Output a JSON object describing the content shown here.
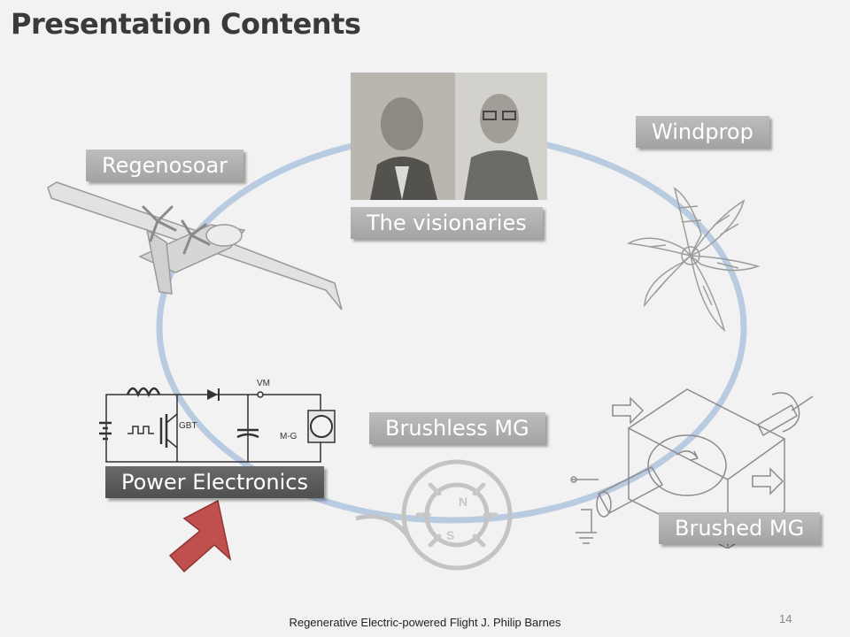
{
  "slide": {
    "title": "Presentation Contents",
    "labels": {
      "regenosoar": "Regenosoar",
      "visionaries": "The visionaries",
      "windprop": "Windprop",
      "brushless": "Brushless MG",
      "power_electronics": "Power Electronics",
      "brushed": "Brushed MG"
    },
    "circuit": {
      "igbt": "GBT",
      "vm": "VM",
      "mg": "M-G"
    },
    "motor_poles": {
      "north": "N",
      "south": "S"
    },
    "footer": "Regenerative Electric-powered Flight   J. Philip Barnes",
    "page_number": "14"
  },
  "colors": {
    "ring": "#b8cbe0",
    "label_light": "#adadad",
    "label_dark": "#5a5a5a",
    "arrow": "#c0504d"
  }
}
